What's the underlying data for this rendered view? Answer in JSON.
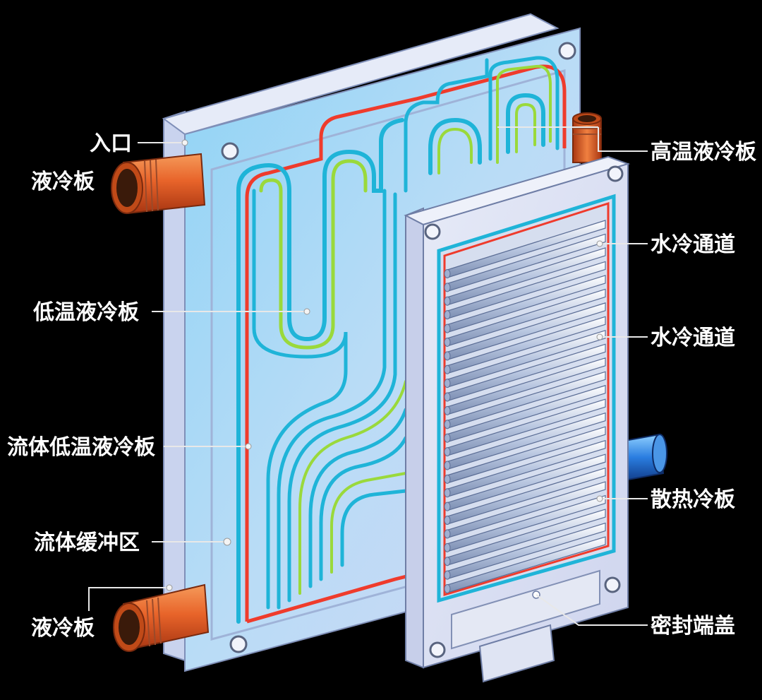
{
  "labels": {
    "inlet": "入口",
    "liquid_plate_top": "液冷板",
    "low_temp_plate": "低温液冷板",
    "fluid_low_temp_plate": "流体低温液冷板",
    "fluid_buffer": "流体缓冲区",
    "liquid_plate_bottom": "液冷板",
    "high_temp_plate": "高温液冷板",
    "water_channel_1": "水冷通道",
    "water_channel_2": "水冷通道",
    "heat_sink_plate": "散热冷板",
    "seal_cap": "密封端盖"
  },
  "colors": {
    "background": "#000000",
    "plate_face": "#bcd9f3",
    "plate_edge": "#e9eef8",
    "hot_channel": "#ef3b2c",
    "cool_channel": "#1fb4d8",
    "mid_channel": "#9ad93b",
    "copper_pipe": "#e8642a",
    "blue_pipe": "#2a7de0"
  }
}
